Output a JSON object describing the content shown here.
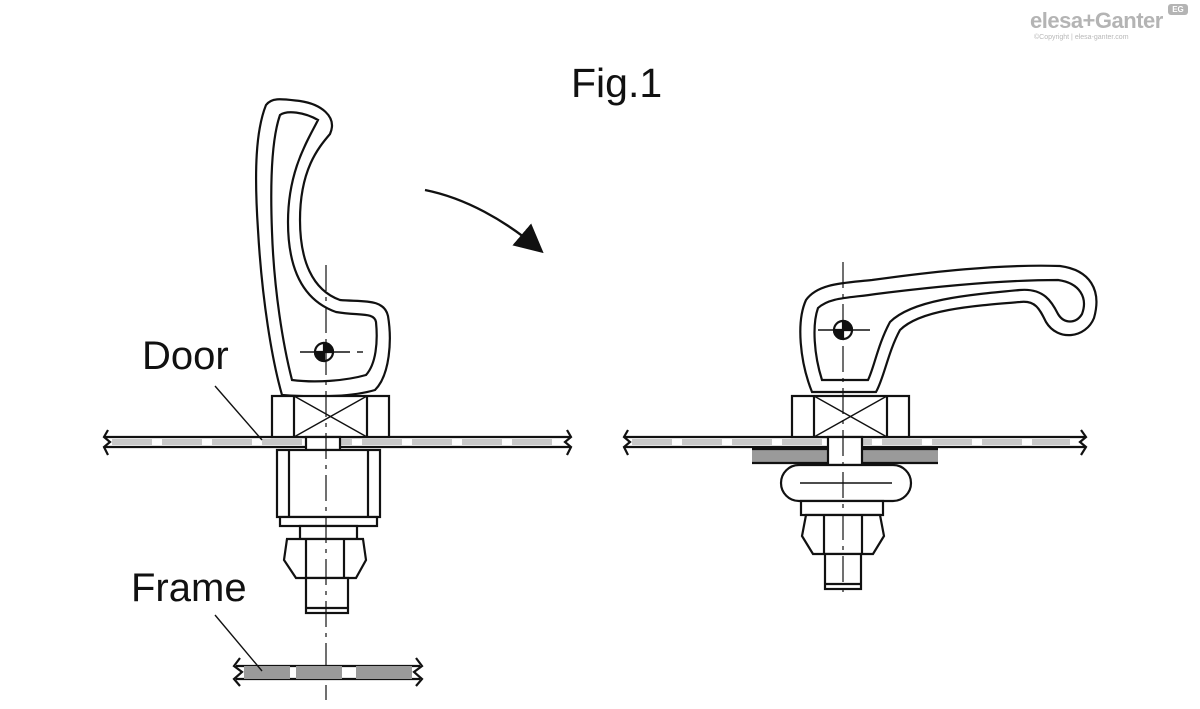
{
  "figure": {
    "title": "Fig.1",
    "labels": {
      "door": "Door",
      "frame": "Frame"
    }
  },
  "brand": {
    "name": "elesa+Ganter",
    "badge": "EG",
    "copyright": "©Copyright | elesa-ganter.com",
    "color": "#b4b4b4"
  },
  "colors": {
    "line": "#111111",
    "panel": "#cfcfcf",
    "hatch": "#9a9a9a"
  }
}
